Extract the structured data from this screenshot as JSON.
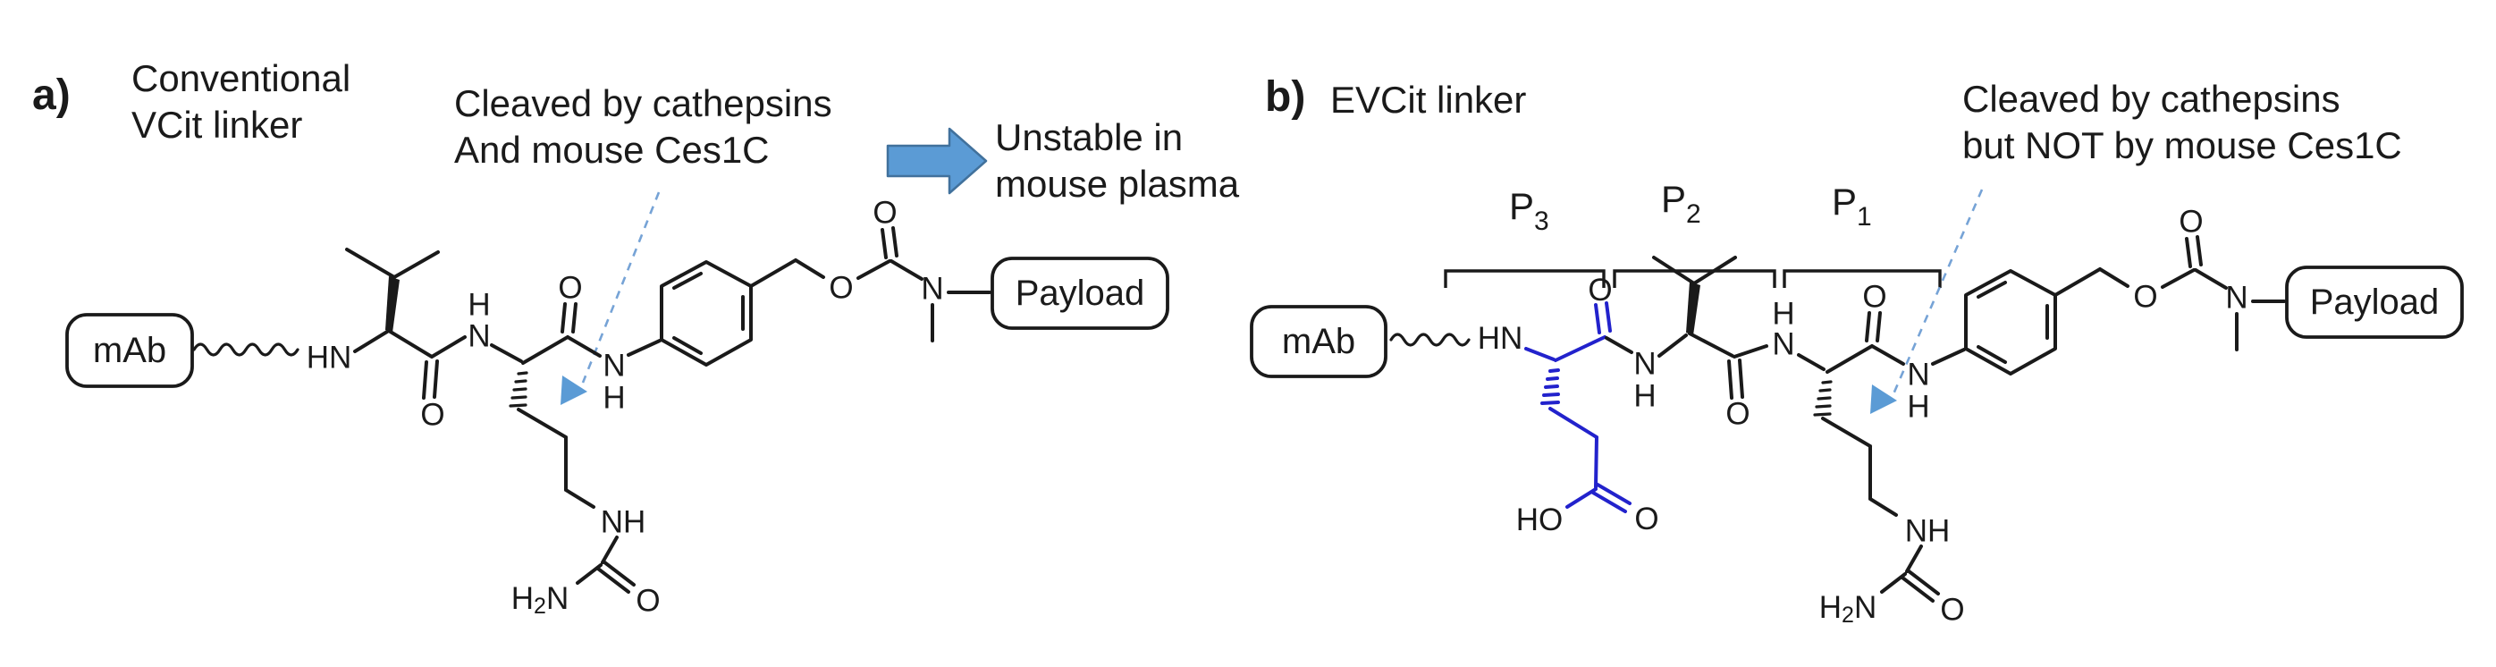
{
  "figure": {
    "background": "#ffffff"
  },
  "colors": {
    "ink": "#1a1a1a",
    "highlight_blue": "#2222cc",
    "arrow_fill": "#5b9bd5",
    "arrow_outline": "#41719c",
    "dashed_pointer": "#76a3d6"
  },
  "panel_a": {
    "label": "a)",
    "title_lines": [
      "Conventional",
      "VCit linker"
    ],
    "cleavage_note_lines": [
      "Cleaved by cathepsins",
      "And mouse Ces1C"
    ],
    "outcome_lines": [
      "Unstable in",
      "mouse plasma"
    ],
    "mab_label": "mAb",
    "payload_label": "Payload"
  },
  "panel_b": {
    "label": "b)",
    "title": "EVCit linker",
    "cleavage_note_lines": [
      "Cleaved by cathepsins",
      "but NOT by mouse Ces1C"
    ],
    "mab_label": "mAb",
    "payload_label": "Payload",
    "position_labels": [
      {
        "base": "P",
        "sub": "3"
      },
      {
        "base": "P",
        "sub": "2"
      },
      {
        "base": "P",
        "sub": "1"
      }
    ]
  },
  "atom_labels": {
    "hn": "HN",
    "nh": "NH",
    "n": "N",
    "h": "H",
    "o": "O",
    "ho": "HO",
    "h2n": {
      "h": "H",
      "sub": "2",
      "n": "N"
    }
  }
}
